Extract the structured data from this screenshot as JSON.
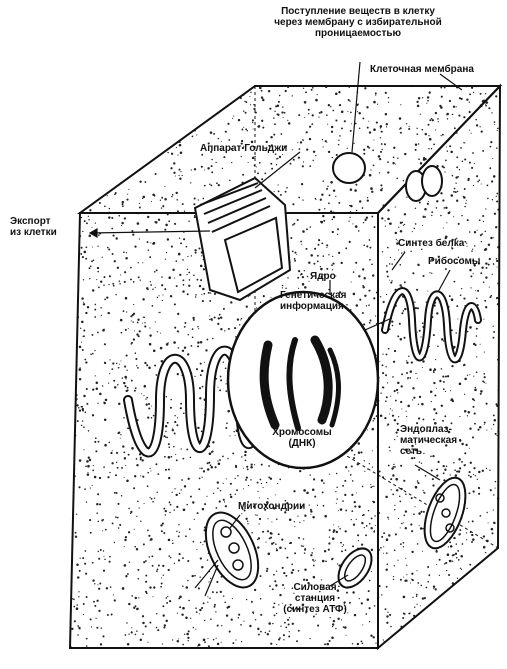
{
  "labels": {
    "intake": "Поступление веществ в клетку\nчерез мембрану с избирательной\nпроницаемостью",
    "membrane": "Клеточная мембрана",
    "golgi": "Аппарат Гольджи",
    "export": "Экспорт\nиз клетки",
    "protein_synthesis": "Синтез белка",
    "ribosomes": "Рибосомы",
    "nucleus": "Ядро",
    "genetic_info": "Генетическая\nинформация",
    "chromosomes": "Хромосомы\n(ДНК)",
    "er": "Эндоплаз-\nматическая\nсеть",
    "mitochondria": "Митохондрии",
    "power_station": "Силовая\nстанция\n(синтез АТФ)"
  },
  "colors": {
    "ink": "#111111",
    "background": "#ffffff",
    "stipple": "#222222"
  }
}
